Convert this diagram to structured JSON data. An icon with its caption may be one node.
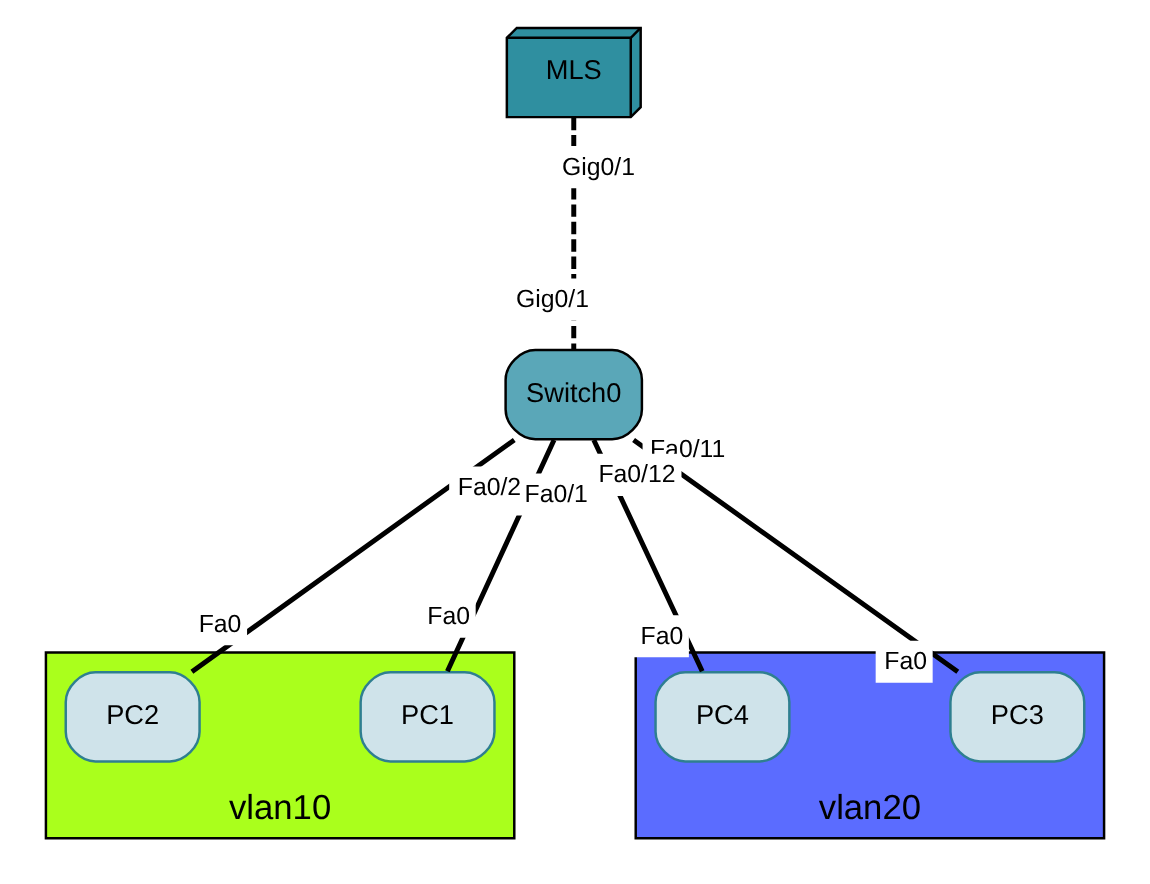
{
  "diagram": {
    "nodes": [
      {
        "text": [
          "MLS"
        ]
      },
      {
        "text": [
          "vlan10"
        ]
      },
      {
        "text": [
          "vlan20"
        ]
      },
      {
        "text": [
          "Switch0"
        ]
      },
      {
        "text": [
          "PC1"
        ],
        "in": 1
      },
      {
        "text": [
          "PC2"
        ],
        "in": 1
      },
      {
        "text": [
          "PC3"
        ],
        "in": 2
      },
      {
        "text": [
          "PC4"
        ],
        "in": 2
      }
    ],
    "edges": [
      {
        "from": 3,
        "to": 0,
        "arrow": "none",
        "style": "dashed"
      },
      {
        "from": 3,
        "to": 4,
        "arrow": "none"
      },
      {
        "from": 3,
        "to": 5,
        "arrow": "none"
      },
      {
        "from": 3,
        "to": 6,
        "arrow": "none"
      },
      {
        "from": 3,
        "to": 7,
        "arrow": "none"
      }
    ],
    "labels": [
      "Gig0/1",
      "Gig0/1",
      "Fa0/12",
      "Fa0/11",
      "Fa0/1",
      "Fa0/2",
      "Fa0",
      "Fa0",
      "Fa0",
      "Fa0"
    ]
  }
}
